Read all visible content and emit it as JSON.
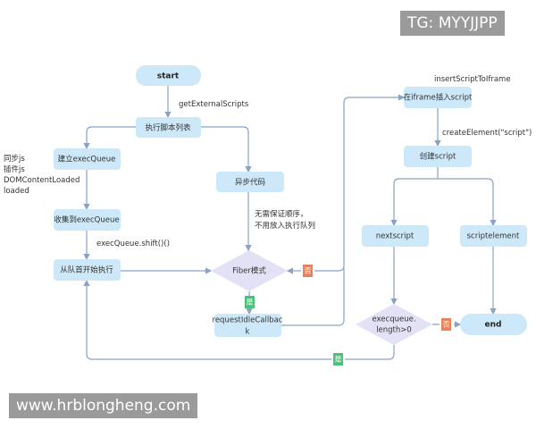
{
  "watermarks": {
    "top_right": "TG: MYYJJPP",
    "bottom_left": "www.hrblongheng.com"
  },
  "nodes": {
    "start": "start",
    "exec_list": "执行脚本列表",
    "build_queue": "建立execQueue",
    "async_code": "异步代码",
    "collect_queue": "收集到execQueue",
    "exec_from_head": "从队首开始执行",
    "fiber": "Fiber模式",
    "ric_1": "requestIdleCallbac",
    "ric_2": "k",
    "insert_iframe": "在iframe插入script",
    "create_script": "创建script",
    "nextscript": "nextscript",
    "scriptelement": "scriptelement",
    "cond_1": "execqueue.",
    "cond_2": "length>0",
    "end": "end"
  },
  "annotations": {
    "get_external": "getExternalScripts",
    "sync_list": [
      "同步js",
      "插件js",
      "DOMContentLoaded",
      "loaded"
    ],
    "shift": "execQueue.shift()()",
    "no_order_1": "无需保证顺序，",
    "no_order_2": "不用放入执行队列",
    "insert_to_iframe": "insertScriptToIframe",
    "create_element": "createElement(\"script\")"
  },
  "edge_labels": {
    "no": "否",
    "yes": "是"
  },
  "colors": {
    "node": "#cde8f8",
    "decision": "#e3e1f5",
    "no": "#e8825a",
    "yes": "#4cc17a",
    "edge": "#8aa2c4"
  }
}
